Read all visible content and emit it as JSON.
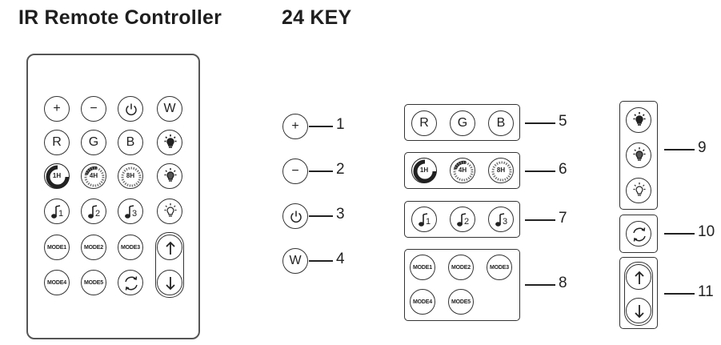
{
  "header": {
    "title": "IR Remote Controller",
    "subtitle": "24 KEY"
  },
  "buttons": {
    "plus": "+",
    "minus": "−",
    "w": "W",
    "r": "R",
    "g": "G",
    "b": "B",
    "t1": "1H",
    "t4": "4H",
    "t8": "8H",
    "m1": "1",
    "m2": "2",
    "m3": "3",
    "mode1": "MODE1",
    "mode2": "MODE2",
    "mode3": "MODE3",
    "mode4": "MODE4",
    "mode5": "MODE5"
  },
  "callouts": [
    "1",
    "2",
    "3",
    "4",
    "5",
    "6",
    "7",
    "8",
    "9",
    "10",
    "11"
  ],
  "icons": {
    "power": "power-icon",
    "bulb": "bulb-icon",
    "repeat": "cycle-icon",
    "up": "arrow-up-icon",
    "down": "arrow-down-icon",
    "music": "music-note-icon",
    "timer": "timer-ring-icon"
  }
}
